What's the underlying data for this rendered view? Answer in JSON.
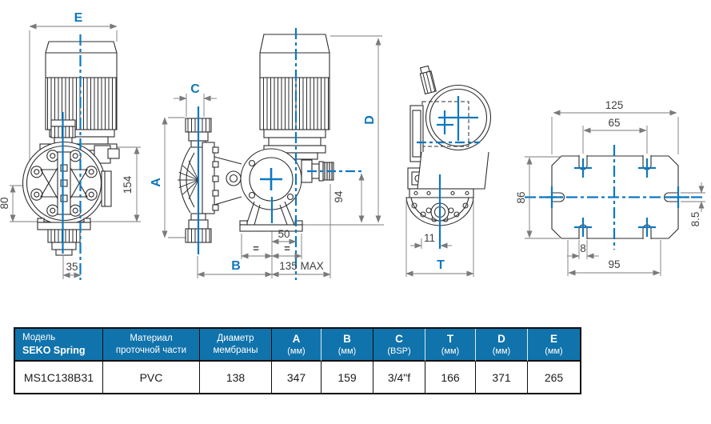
{
  "colors": {
    "drawing_blue": "#0e78bf",
    "line_dark": "#2d2d30",
    "dim_gray": "#797a7d",
    "dim_text": "#3f4042",
    "table_header_bg": "#1173ab",
    "table_border": "#0e0e0f"
  },
  "drawing": {
    "front": {
      "e": "E",
      "h80": "80",
      "h154": "154",
      "w35": "35"
    },
    "side": {
      "c": "C",
      "a": "A",
      "w50": "50",
      "eq1": "=",
      "eq2": "=",
      "b": "B",
      "max135": "135 MAX",
      "h94": "94",
      "d": "D"
    },
    "rear": {
      "w11": "11",
      "t": "T"
    },
    "footprint": {
      "w125": "125",
      "w65": "65",
      "h86": "86",
      "s85": "8.5",
      "s8": "8",
      "w95": "95"
    }
  },
  "table": {
    "columns": [
      {
        "h1": "Модель",
        "h2": "SEKO Spring",
        "value": "MS1C138B31"
      },
      {
        "h1": "Материал",
        "h2": "проточной части",
        "value": "PVC"
      },
      {
        "h1": "Диаметр",
        "h2": "мембраны",
        "value": "138"
      },
      {
        "h1": "A",
        "h2": "(мм)",
        "value": "347"
      },
      {
        "h1": "B",
        "h2": "(мм)",
        "value": "159"
      },
      {
        "h1": "C",
        "h2": "(BSP)",
        "value": "3/4\"f"
      },
      {
        "h1": "T",
        "h2": "(мм)",
        "value": "166"
      },
      {
        "h1": "D",
        "h2": "(мм)",
        "value": "371"
      },
      {
        "h1": "E",
        "h2": "(мм)",
        "value": "265"
      }
    ]
  }
}
